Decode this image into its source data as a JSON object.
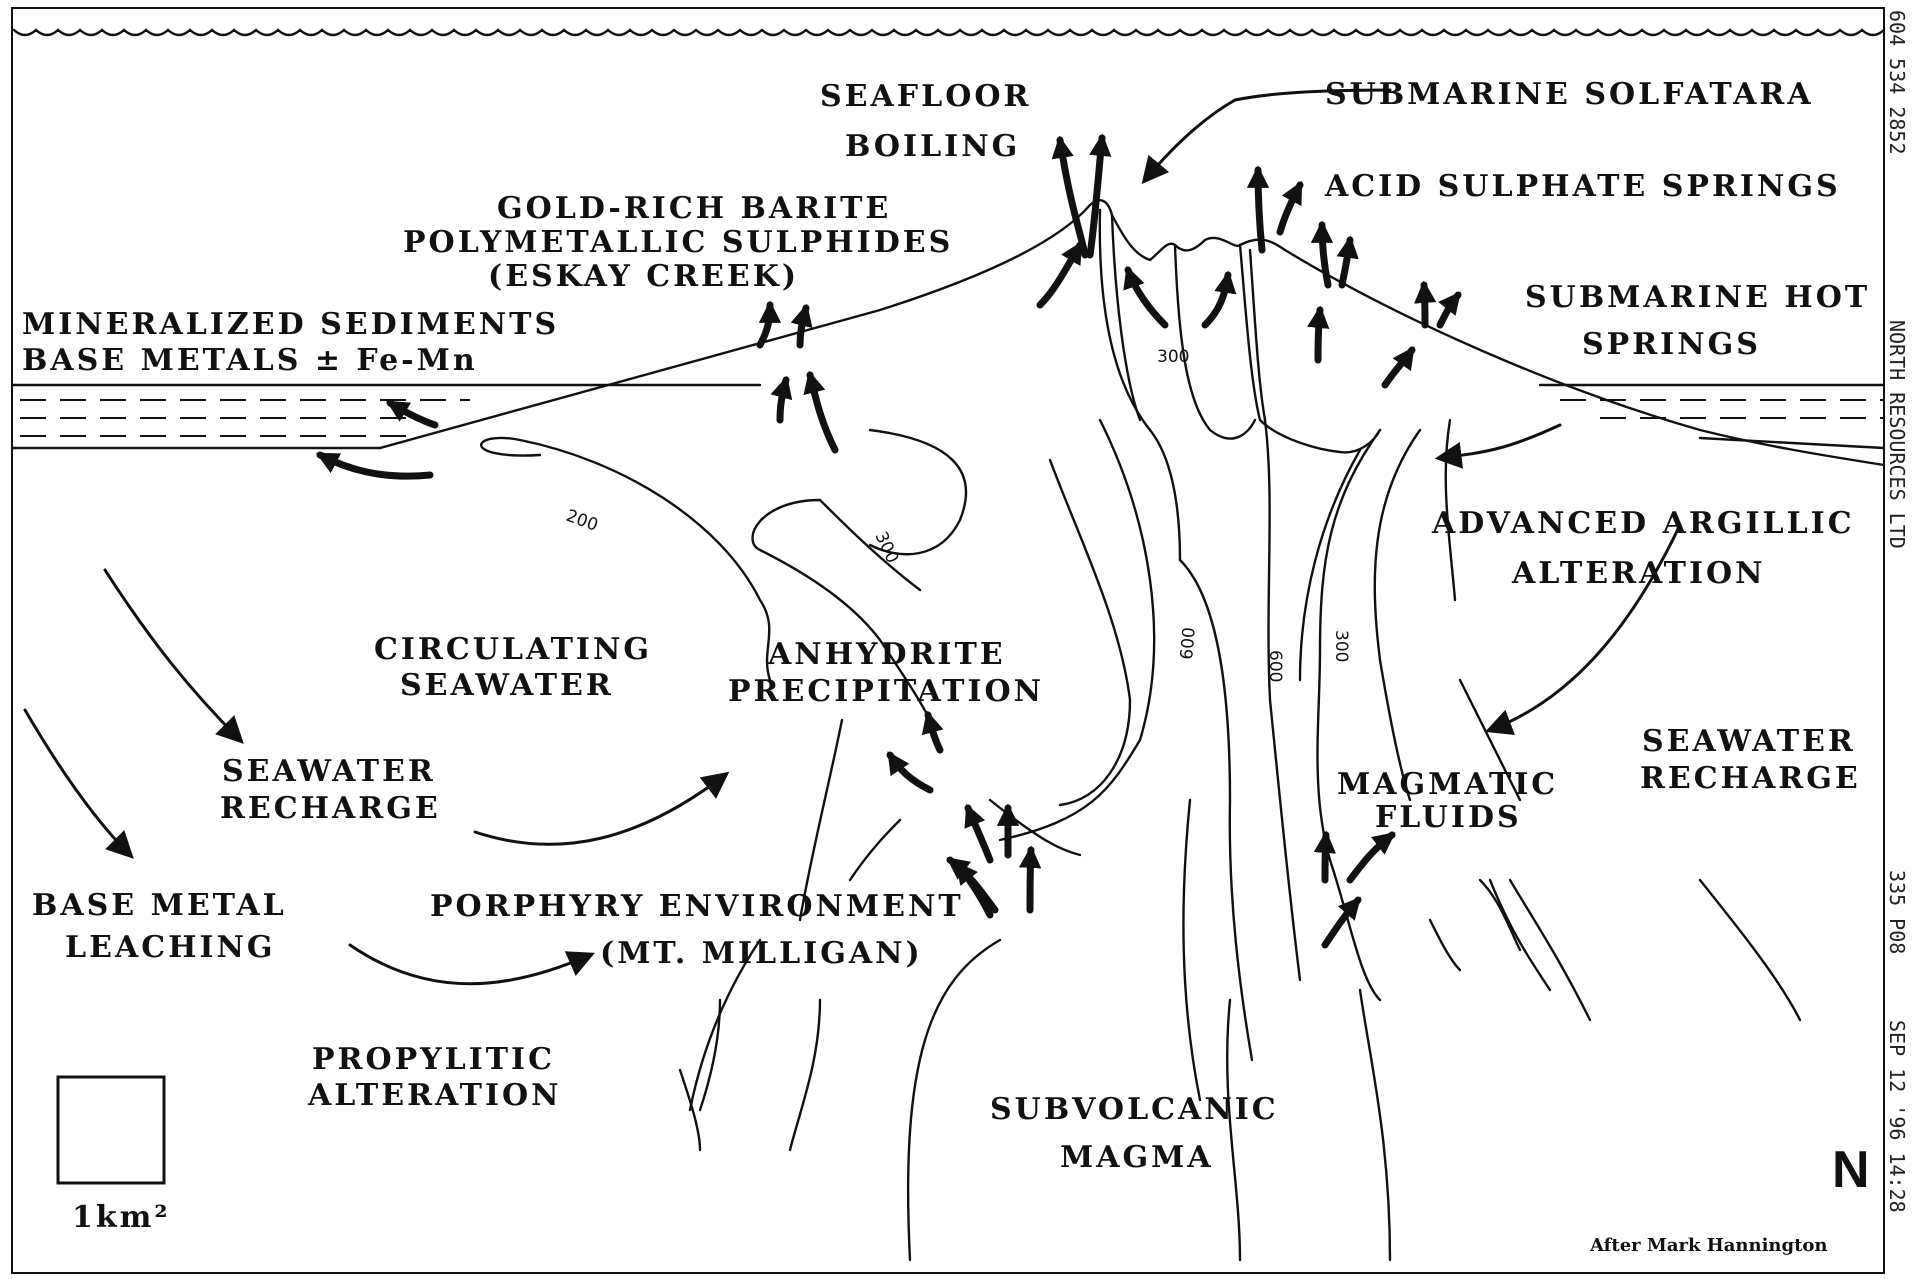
{
  "labels": {
    "seafloor_boiling": [
      "SEAFLOOR",
      "BOILING"
    ],
    "submarine_solfatara": "SUBMARINE SOLFATARA",
    "acid_sulphate_springs": "ACID SULPHATE SPRINGS",
    "gold_rich_barite": [
      "GOLD-RICH BARITE",
      "POLYMETALLIC SULPHIDES",
      "(ESKAY CREEK)"
    ],
    "mineralized_sediments": [
      "MINERALIZED SEDIMENTS",
      "BASE METALS ± Fe-Mn"
    ],
    "submarine_hot_springs": [
      "SUBMARINE HOT",
      "SPRINGS"
    ],
    "advanced_argillic": [
      "ADVANCED ARGILLIC",
      "ALTERATION"
    ],
    "circulating_seawater": [
      "CIRCULATING",
      "SEAWATER"
    ],
    "anhydrite_precipitation": [
      "ANHYDRITE",
      "PRECIPITATION"
    ],
    "seawater_recharge_left": [
      "SEAWATER",
      "RECHARGE"
    ],
    "seawater_recharge_right": [
      "SEAWATER",
      "RECHARGE"
    ],
    "magmatic_fluids": [
      "MAGMATIC",
      "FLUIDS"
    ],
    "base_metal_leaching": [
      "BASE METAL",
      "LEACHING"
    ],
    "porphyry_environment": [
      "PORPHYRY ENVIRONMENT",
      "(MT. MILLIGAN)"
    ],
    "propylitic_alteration": [
      "PROPYLITIC",
      "ALTERATION"
    ],
    "subvolcanic_magma": [
      "SUBVOLCANIC",
      "MAGMA"
    ]
  },
  "isotherms": {
    "t200": "200",
    "t300_left": "300",
    "t300_vent": "300",
    "t600_left": "600",
    "t600_right": "600",
    "t300_right": "300"
  },
  "scale": {
    "label": "1km²"
  },
  "north": "N",
  "credit": "After Mark Hannington",
  "fax_header": [
    "604 534 2852",
    "NORTH RESOURCES LTD",
    "335 P08",
    "SEP 12 '96 14:28"
  ]
}
